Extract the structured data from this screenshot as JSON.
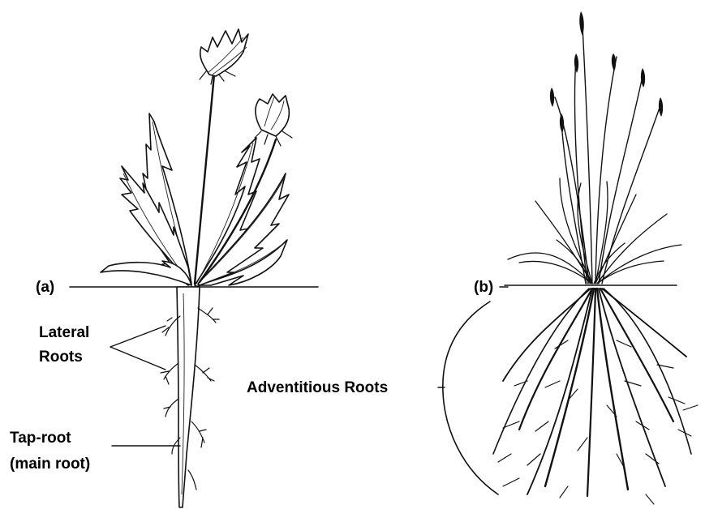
{
  "figure": {
    "panel_a": {
      "marker": "(a)",
      "lateral_label_line1": "Lateral",
      "lateral_label_line2": "Roots",
      "taproot_label_line1": "Tap-root",
      "taproot_label_line2": "(main root)"
    },
    "panel_b": {
      "marker": "(b)",
      "adventitious_label": "Adventitious Roots"
    }
  },
  "colors": {
    "ink": "#111111",
    "background": "#ffffff"
  }
}
